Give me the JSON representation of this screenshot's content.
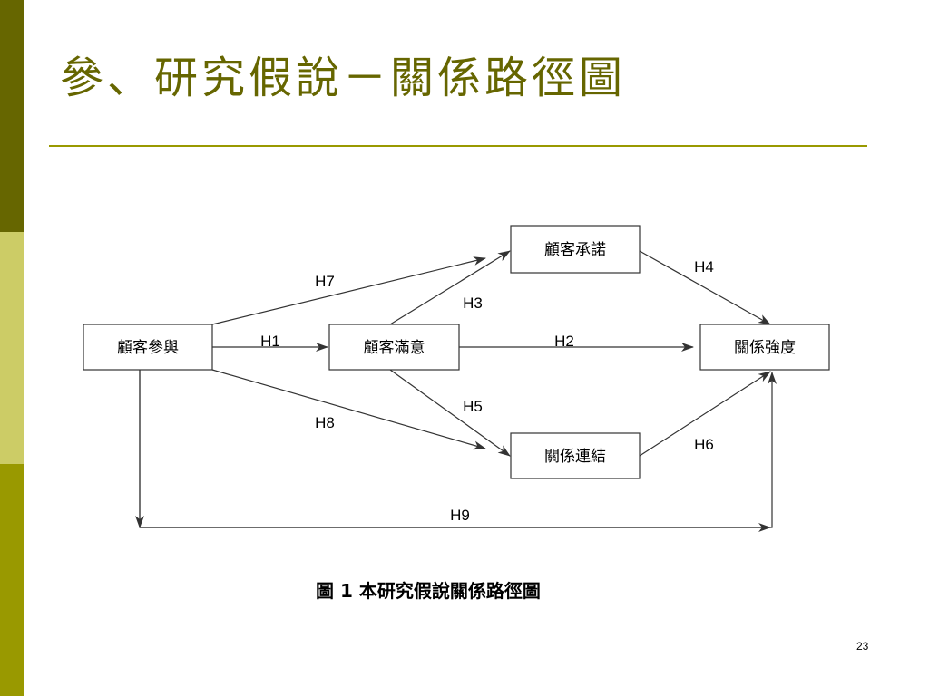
{
  "slide": {
    "title": "參、研究假說－關係路徑圖",
    "caption": "圖 1  本研究假說關係路徑圖",
    "page_number": "23"
  },
  "theme": {
    "sidebar_colors": [
      "#666600",
      "#cccc66",
      "#999900"
    ],
    "title_color": "#666600",
    "rule_color": "#999900"
  },
  "diagram": {
    "nodes": [
      {
        "id": "participation",
        "label": "顧客參與"
      },
      {
        "id": "satisfaction",
        "label": "顧客滿意"
      },
      {
        "id": "commitment",
        "label": "顧客承諾"
      },
      {
        "id": "bond",
        "label": "關係連結"
      },
      {
        "id": "strength",
        "label": "關係強度"
      }
    ],
    "edges": [
      {
        "id": "h1",
        "label": "H1",
        "from": "participation",
        "to": "satisfaction"
      },
      {
        "id": "h2",
        "label": "H2",
        "from": "satisfaction",
        "to": "strength"
      },
      {
        "id": "h3",
        "label": "H3",
        "from": "satisfaction",
        "to": "commitment"
      },
      {
        "id": "h4",
        "label": "H4",
        "from": "commitment",
        "to": "strength"
      },
      {
        "id": "h5",
        "label": "H5",
        "from": "satisfaction",
        "to": "bond"
      },
      {
        "id": "h6",
        "label": "H6",
        "from": "bond",
        "to": "strength"
      },
      {
        "id": "h7",
        "label": "H7",
        "from": "participation",
        "to": "commitment"
      },
      {
        "id": "h8",
        "label": "H8",
        "from": "participation",
        "to": "bond"
      },
      {
        "id": "h9",
        "label": "H9",
        "from": "participation",
        "to": "strength"
      }
    ]
  }
}
